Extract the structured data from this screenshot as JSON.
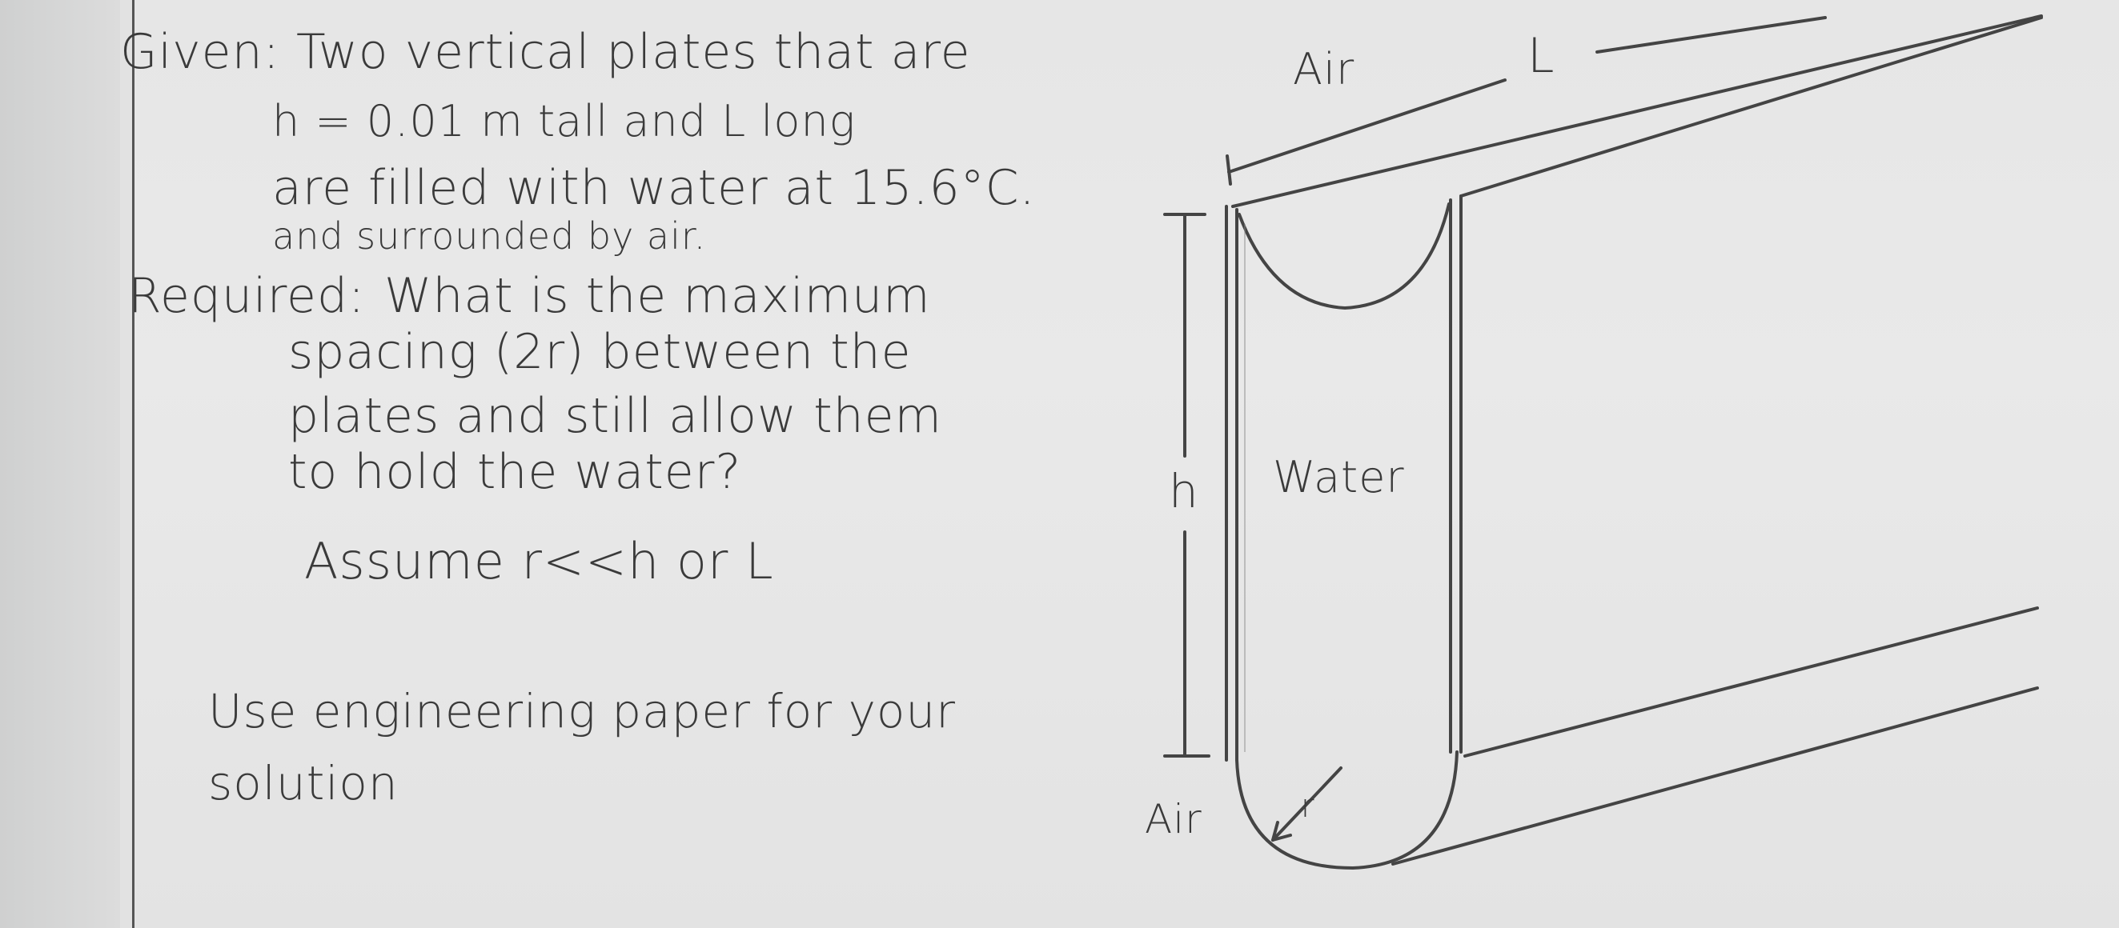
{
  "given": {
    "label": "Given:",
    "lines": [
      "Two vertical plates that are",
      "h = 0.01 m tall and L long",
      "are filled with water at 15.6°C.",
      "and surrounded by air."
    ]
  },
  "required": {
    "label": "Required:",
    "lines": [
      "What is the maximum",
      "spacing (2r) between the",
      "plates and still allow them",
      "to hold the water?"
    ]
  },
  "assumption": "Assume r<<h or L",
  "instruction": {
    "lines": [
      "Use engineering paper for your",
      "solution"
    ]
  },
  "diagram": {
    "air_top": "Air",
    "length_label": "L",
    "height_label": "h",
    "water_label": "Water",
    "air_bottom": "Air",
    "radius_label": "r"
  }
}
